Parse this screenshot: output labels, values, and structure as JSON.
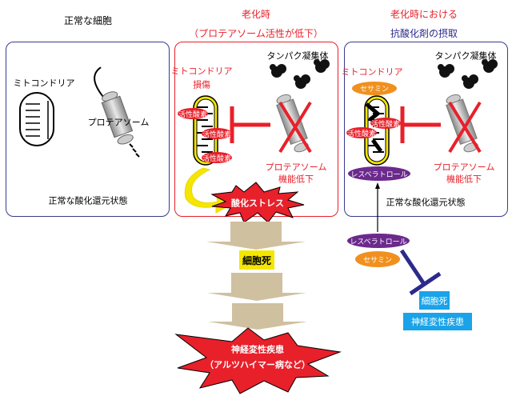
{
  "headings": {
    "normal": "正常な細胞",
    "aging_line1": "老化時",
    "aging_line2": "（プロテアソーム活性が低下）",
    "antiox_line1": "老化時における",
    "antiox_line2": "抗酸化剤の摂取"
  },
  "panel_normal": {
    "mitochondria": "ミトコンドリア",
    "proteasome": "プロテアソーム",
    "status": "正常な酸化還元状態"
  },
  "panel_aging": {
    "aggregates": "タンパク凝集体",
    "mito_line1": "ミトコンドリア",
    "mito_line2": "損傷",
    "ros": [
      "活性酸素",
      "活性酸素",
      "活性酸素"
    ],
    "proteasome_line1": "プロテアソーム",
    "proteasome_line2": "機能低下",
    "oxidative_stress": "酸化ストレス"
  },
  "panel_antiox": {
    "aggregates": "タンパク凝集体",
    "mitochondria": "ミトコンドリア",
    "sesamin": "セサミン",
    "ros": [
      "活性酸素",
      "活性酸素"
    ],
    "resveratrol": "レスベラトロール",
    "proteasome_line1": "プロテアソーム",
    "proteasome_line2": "機能低下",
    "status": "正常な酸化還元状態"
  },
  "flow": {
    "cell_death": "細胞死",
    "disease_line1": "神経変性疾患",
    "disease_line2": "（アルツハイマー病など）"
  },
  "antiox_effect": {
    "resveratrol": "レスベラトロール",
    "sesamin": "セサミン",
    "cell_death": "細胞死",
    "disease": "神経変性疾患"
  },
  "colors": {
    "red": "#e8202a",
    "navy": "#2b2a8c",
    "purple": "#6b2a8c",
    "orange": "#f0901e",
    "yellow": "#f5e600",
    "tan": "#cfc0a0",
    "sky": "#1aa3e8"
  }
}
